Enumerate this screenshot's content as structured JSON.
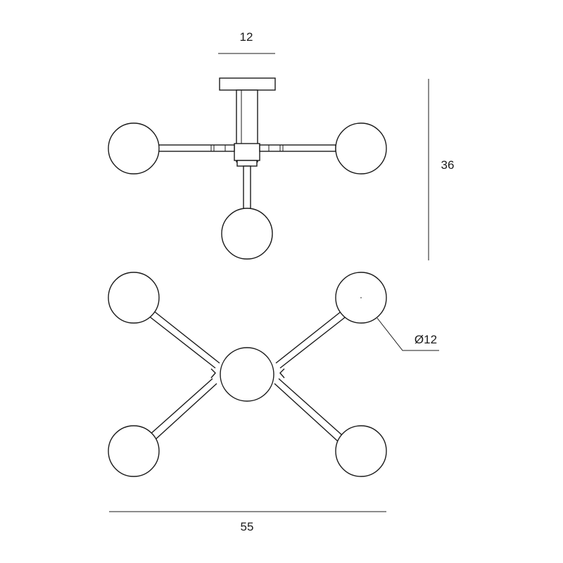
{
  "dimensions": {
    "canopy_width": "12",
    "height": "36",
    "globe_diameter": "Ø12",
    "overall_width": "55"
  },
  "colors": {
    "line": "#1a1a1a",
    "background": "#ffffff"
  }
}
